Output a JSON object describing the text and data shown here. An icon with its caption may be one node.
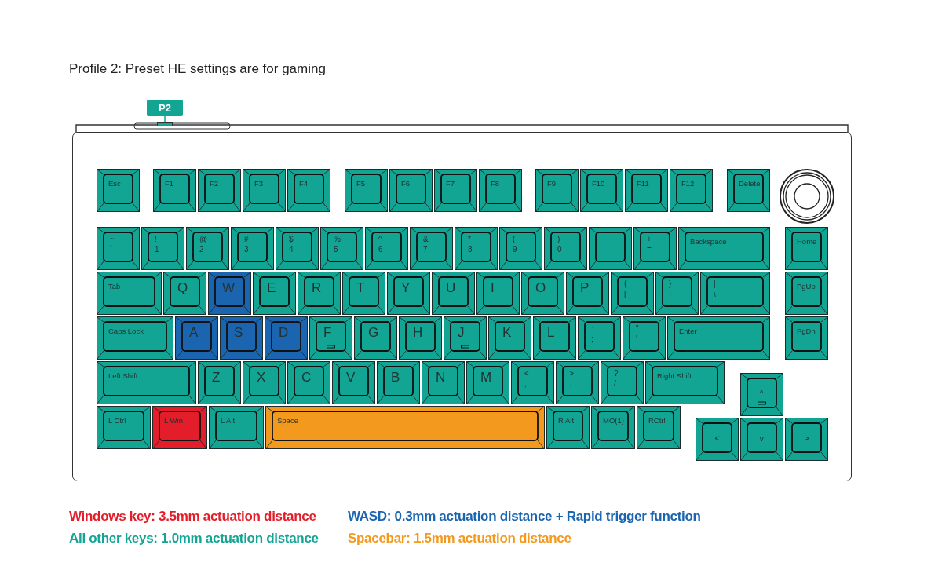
{
  "diagram": {
    "title": "Profile 2: Preset HE settings are for gaming",
    "nodes": [
      {
        "text": [
          "P2"
        ]
      },
      {
        "text": [],
        "shape": "bar"
      },
      {
        "text": [],
        "shape": "box"
      },
      {
        "text": [
          "Esc"
        ],
        "in": 2
      },
      {
        "text": [
          "F1"
        ],
        "in": 2
      },
      {
        "text": [
          "F2"
        ],
        "in": 2
      },
      {
        "text": [
          "F3"
        ],
        "in": 2
      },
      {
        "text": [
          "F4"
        ],
        "in": 2
      },
      {
        "text": [
          "F5"
        ],
        "in": 2
      },
      {
        "text": [
          "F6"
        ],
        "in": 2
      },
      {
        "text": [
          "F7"
        ],
        "in": 2
      },
      {
        "text": [
          "F8"
        ],
        "in": 2
      },
      {
        "text": [
          "F9"
        ],
        "in": 2
      },
      {
        "text": [
          "F10"
        ],
        "in": 2
      },
      {
        "text": [
          "F11"
        ],
        "in": 2
      },
      {
        "text": [
          "F12"
        ],
        "in": 2
      },
      {
        "text": [
          "Delete"
        ],
        "in": 2
      },
      {
        "text": [],
        "shape": "circle",
        "in": 2
      },
      {
        "text": [
          "~",
          "`"
        ],
        "in": 2
      },
      {
        "text": [
          "!",
          "1"
        ],
        "in": 2
      },
      {
        "text": [
          "@",
          "2"
        ],
        "in": 2
      },
      {
        "text": [
          "#",
          "3"
        ],
        "in": 2
      },
      {
        "text": [
          "$",
          "4"
        ],
        "in": 2
      },
      {
        "text": [
          "%",
          "5"
        ],
        "in": 2
      },
      {
        "text": [
          "^",
          "6"
        ],
        "in": 2
      },
      {
        "text": [
          "&",
          "7"
        ],
        "in": 2
      },
      {
        "text": [
          "*",
          "8"
        ],
        "in": 2
      },
      {
        "text": [
          "(",
          "9"
        ],
        "in": 2
      },
      {
        "text": [
          ")",
          "0"
        ],
        "in": 2
      },
      {
        "text": [
          "_",
          "-"
        ],
        "in": 2
      },
      {
        "text": [
          "+",
          "="
        ],
        "in": 2
      },
      {
        "text": [
          "Backspace"
        ],
        "in": 2
      },
      {
        "text": [
          "Home"
        ],
        "in": 2
      },
      {
        "text": [
          "Tab"
        ],
        "in": 2
      },
      {
        "text": [
          "Q"
        ],
        "in": 2
      },
      {
        "text": [
          "W"
        ],
        "in": 2
      },
      {
        "text": [
          "E"
        ],
        "in": 2
      },
      {
        "text": [
          "R"
        ],
        "in": 2
      },
      {
        "text": [
          "T"
        ],
        "in": 2
      },
      {
        "text": [
          "Y"
        ],
        "in": 2
      },
      {
        "text": [
          "U"
        ],
        "in": 2
      },
      {
        "text": [
          "I"
        ],
        "in": 2
      },
      {
        "text": [
          "O"
        ],
        "in": 2
      },
      {
        "text": [
          "P"
        ],
        "in": 2
      },
      {
        "text": [
          "{",
          "["
        ],
        "in": 2
      },
      {
        "text": [
          "}",
          "]"
        ],
        "in": 2
      },
      {
        "text": [
          "|",
          "\\"
        ],
        "in": 2
      },
      {
        "text": [
          "PgUp"
        ],
        "in": 2
      },
      {
        "text": [
          "Caps Lock"
        ],
        "in": 2
      },
      {
        "text": [
          "A"
        ],
        "in": 2
      },
      {
        "text": [
          "S"
        ],
        "in": 2
      },
      {
        "text": [
          "D"
        ],
        "in": 2
      },
      {
        "text": [
          "F"
        ],
        "in": 2
      },
      {
        "text": [
          "G"
        ],
        "in": 2
      },
      {
        "text": [
          "H"
        ],
        "in": 2
      },
      {
        "text": [
          "J"
        ],
        "in": 2
      },
      {
        "text": [
          "K"
        ],
        "in": 2
      },
      {
        "text": [
          "L"
        ],
        "in": 2
      },
      {
        "text": [
          ":",
          ";"
        ],
        "in": 2
      },
      {
        "text": [
          "\"",
          "'"
        ],
        "in": 2
      },
      {
        "text": [
          "Enter"
        ],
        "in": 2
      },
      {
        "text": [
          "PgDn"
        ],
        "in": 2
      },
      {
        "text": [
          "Left Shift"
        ],
        "in": 2
      },
      {
        "text": [
          "Z"
        ],
        "in": 2
      },
      {
        "text": [
          "X"
        ],
        "in": 2
      },
      {
        "text": [
          "C"
        ],
        "in": 2
      },
      {
        "text": [
          "V"
        ],
        "in": 2
      },
      {
        "text": [
          "B"
        ],
        "in": 2
      },
      {
        "text": [
          "N"
        ],
        "in": 2
      },
      {
        "text": [
          "M"
        ],
        "in": 2
      },
      {
        "text": [
          "<",
          ","
        ],
        "in": 2
      },
      {
        "text": [
          ">",
          "."
        ],
        "in": 2
      },
      {
        "text": [
          "?",
          "/"
        ],
        "in": 2
      },
      {
        "text": [
          "Right Shift"
        ],
        "in": 2
      },
      {
        "text": [
          "^"
        ],
        "in": 2
      },
      {
        "text": [
          "L Ctrl"
        ],
        "in": 2
      },
      {
        "text": [
          "L Win"
        ],
        "in": 2
      },
      {
        "text": [
          "L Alt"
        ],
        "in": 2
      },
      {
        "text": [
          "Space"
        ],
        "in": 2
      },
      {
        "text": [
          "R Alt"
        ],
        "in": 2
      },
      {
        "text": [
          "MO(1)"
        ],
        "in": 2
      },
      {
        "text": [
          "RCtrl"
        ],
        "in": 2
      },
      {
        "text": [
          "<"
        ],
        "in": 2
      },
      {
        "text": [
          "v"
        ],
        "in": 2
      },
      {
        "text": [
          ">"
        ],
        "in": 2
      }
    ],
    "edges": [
      {
        "from": 0,
        "to": 1,
        "arrow": "none"
      }
    ],
    "legend": [
      {
        "text": "Windows key: 3.5mm actuation distance",
        "color": "#e31e2a"
      },
      {
        "text": "WASD: 0.3mm actuation distance + Rapid trigger function",
        "color": "#1b64b0"
      },
      {
        "text": "All other keys: 1.0mm actuation distance",
        "color": "#12a594"
      },
      {
        "text": "Spacebar: 1.5mm actuation distance",
        "color": "#f39a1e"
      }
    ]
  }
}
